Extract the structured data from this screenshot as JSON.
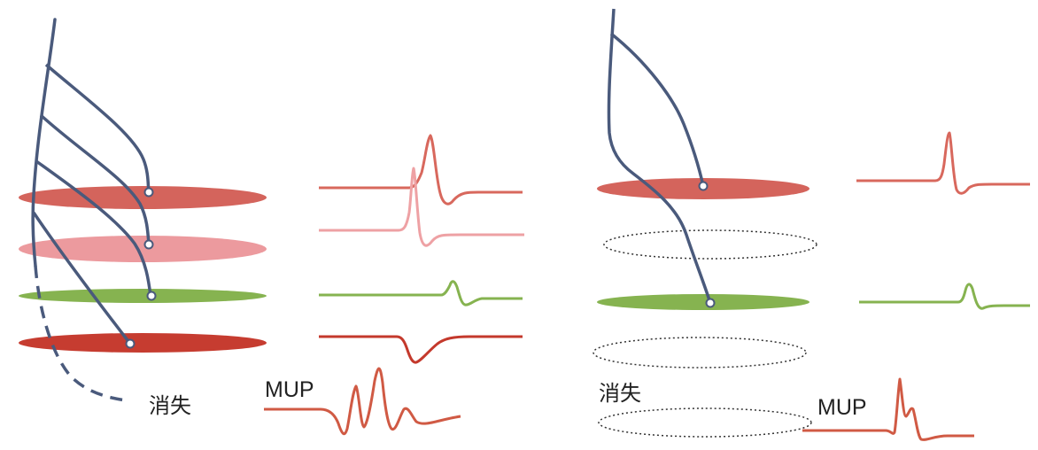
{
  "labels": {
    "left_lost": "消失",
    "left_mup": "MUP",
    "right_lost": "消失",
    "right_mup": "MUP"
  },
  "colors": {
    "nerve": "#4a5a7c",
    "fiber_red": "#d4645c",
    "fiber_pink": "#ec9a9e",
    "fiber_green": "#86b350",
    "fiber_darkred": "#c63c30",
    "wave_red": "#d8685d",
    "wave_pink": "#eea1a4",
    "wave_green": "#86b350",
    "wave_darkred": "#c4392c",
    "mup": "#d05a44",
    "ghost_outline": "#333333"
  }
}
